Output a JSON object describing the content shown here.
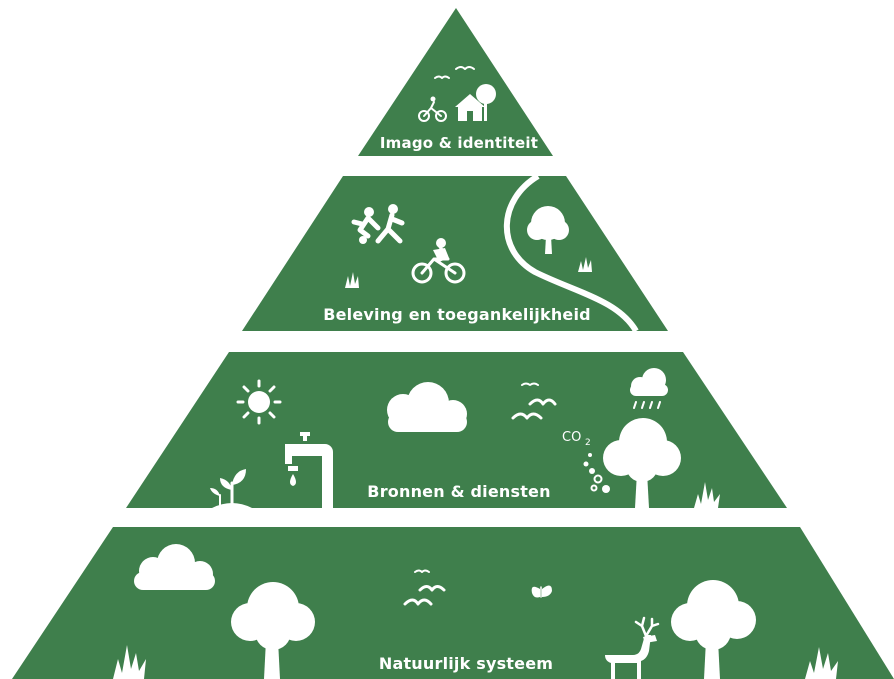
{
  "colors": {
    "pyramid_green": "#3f7f4c",
    "icon_white": "#ffffff",
    "background": "#ffffff"
  },
  "pyramid": {
    "levels": [
      {
        "label": "Imago & identiteit",
        "icons": [
          "birds-icon",
          "cyclist-icon",
          "house-icon",
          "tree-icon"
        ]
      },
      {
        "label": "Beleving en toegankelijkheid",
        "icons": [
          "football-players-icon",
          "cyclist-icon",
          "grass-icon",
          "path-icon",
          "tree-icon",
          "grass-icon"
        ]
      },
      {
        "label": "Bronnen & diensten",
        "icons": [
          "sun-icon",
          "cloud-icon",
          "birds-icon",
          "rain-cloud-icon",
          "water-tap-icon",
          "sprout-icon",
          "co2-icon",
          "tree-icon",
          "grass-icon"
        ],
        "co2_label": "CO",
        "co2_sub": "2"
      },
      {
        "label": "Natuurlijk systeem",
        "icons": [
          "cloud-icon",
          "birds-icon",
          "butterfly-icon",
          "tree-icon",
          "deer-icon",
          "tree-icon",
          "grass-icon",
          "grass-icon"
        ]
      }
    ]
  }
}
